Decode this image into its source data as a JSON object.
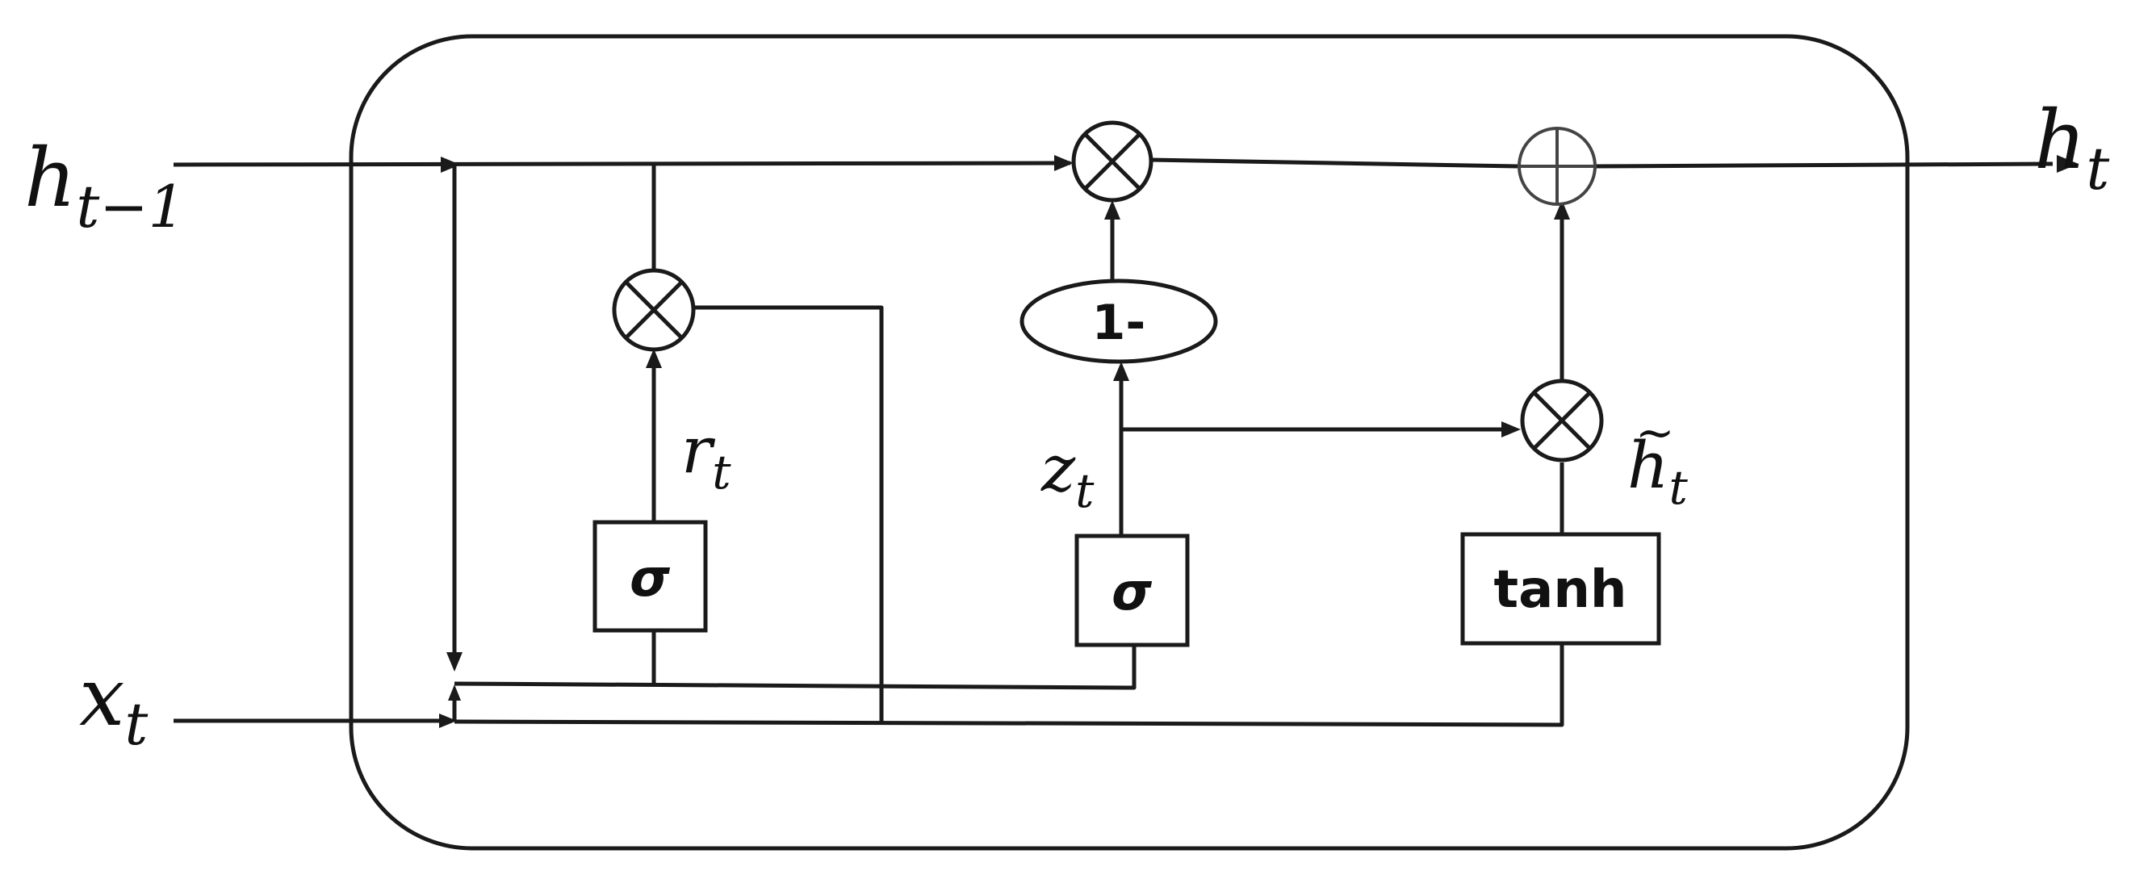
{
  "inputs": {
    "h_prev": {
      "base": "h",
      "sub": "t−1"
    },
    "x": {
      "base": "x",
      "sub": "t"
    }
  },
  "output": {
    "base": "h",
    "sub": "t"
  },
  "gates": {
    "reset_sigma": "σ",
    "update_sigma": "σ",
    "candidate": "tanh",
    "one_minus": "1-"
  },
  "labels": {
    "reset": {
      "base": "r",
      "sub": "t"
    },
    "update": {
      "base": "z",
      "sub": "t"
    },
    "candidate": {
      "base": "h",
      "tilde": "~",
      "sub": "t"
    }
  }
}
